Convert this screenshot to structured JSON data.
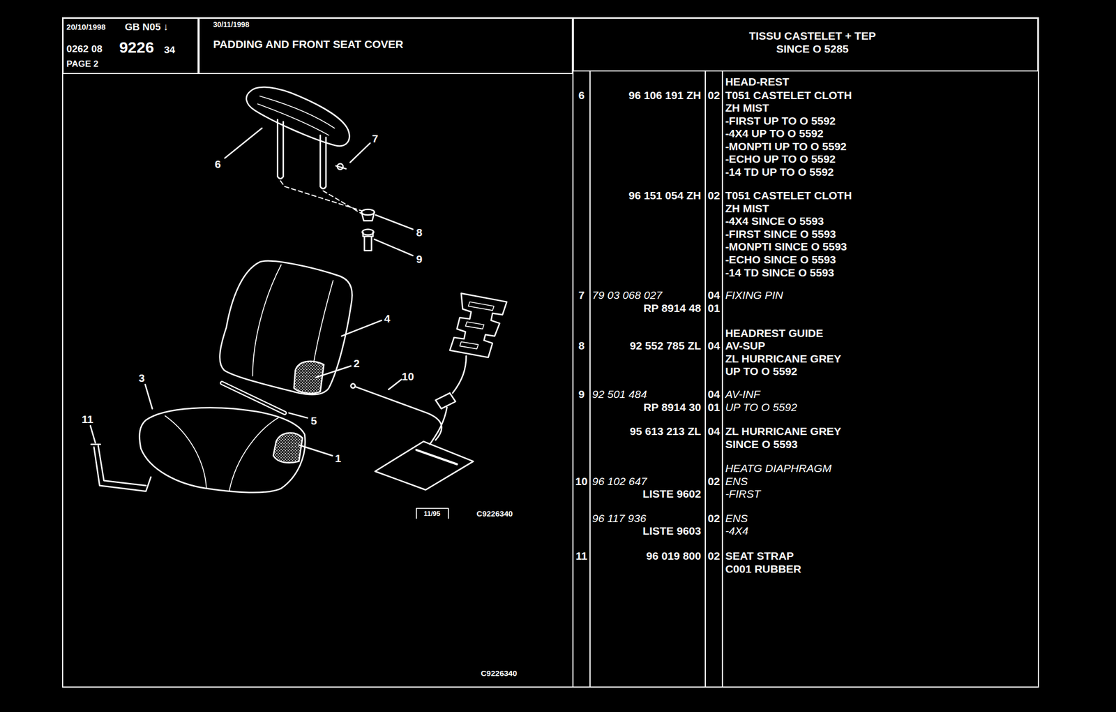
{
  "diagram": {
    "nodes": [
      {
        "text": [
          "20/10/1998",
          "GB N05 ↓",
          "0262 08",
          "9226",
          "34",
          "PAGE 2"
        ]
      },
      {
        "text": [
          "30/11/1998",
          "PADDING AND FRONT SEAT COVER"
        ]
      },
      {
        "text": [
          "TISSU CASTELET + TEP",
          "SINCE O 5285"
        ]
      }
    ],
    "labels": [
      "6",
      "7",
      "8",
      "9",
      "4",
      "2",
      "10",
      "3",
      "5",
      "11",
      "1",
      "11/95",
      "C9226340",
      "C9226340",
      "6",
      "96 106 191 ZH",
      "02",
      "HEAD-REST",
      "T051 CASTELET CLOTH",
      "ZH MIST",
      "-FIRST UP TO O 5592",
      "-4X4 UP TO O 5592",
      "-MONPTI UP TO O 5592",
      "-ECHO UP TO O 5592",
      "-14 TD UP TO O 5592",
      "96 151 054 ZH",
      "02",
      "T051 CASTELET CLOTH",
      "ZH MIST",
      "-4X4 SINCE O 5593",
      "-FIRST SINCE O 5593",
      "-MONPTI SINCE O 5593",
      "-ECHO SINCE O 5593",
      "-14 TD SINCE O 5593",
      "7",
      "79 03 068 027",
      "04",
      "FIXING PIN",
      "RP 8914 48",
      "01",
      "HEADREST GUIDE",
      "8",
      "92 552 785 ZL",
      "04",
      "AV-SUP",
      "ZL HURRICANE GREY",
      "UP TO O 5592",
      "9",
      "92 501 484",
      "04",
      "AV-INF",
      "RP 8914 30",
      "01",
      "UP TO O 5592",
      "95 613 213 ZL",
      "04",
      "ZL HURRICANE GREY",
      "SINCE O 5593",
      "HEATG DIAPHRAGM",
      "10",
      "96 102 647",
      "02",
      "ENS",
      "LISTE 9602",
      "-FIRST",
      "96 117 936",
      "02",
      "ENS",
      "LISTE 9603",
      "-4X4",
      "11",
      "96 019 800",
      "02",
      "SEAT STRAP",
      "C001 RUBBER"
    ]
  }
}
